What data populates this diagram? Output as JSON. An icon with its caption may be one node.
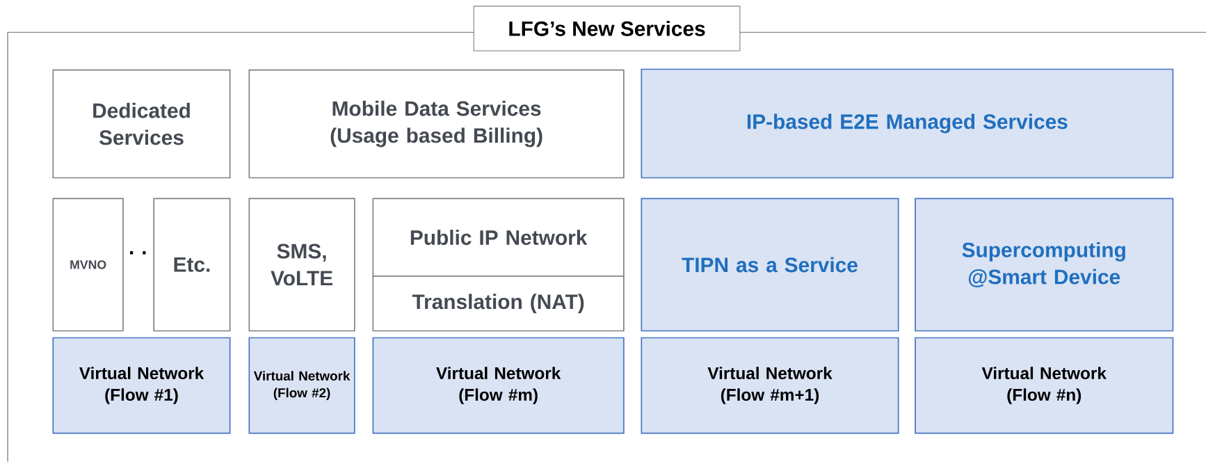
{
  "diagram": {
    "nodes": [
      {
        "text": [
          "LFG’s New Services"
        ]
      },
      {
        "text": [
          "Dedicated Services"
        ],
        "in": 0
      },
      {
        "text": [
          "Mobile Data Services (Usage based Billing)"
        ],
        "in": 0
      },
      {
        "text": [
          "IP-based E2E Managed Services"
        ],
        "in": 0
      },
      {
        "text": [
          "MVNO"
        ],
        "in": 0
      },
      {
        "text": [
          "Etc."
        ],
        "in": 0
      },
      {
        "text": [
          "SMS, VoLTE"
        ],
        "in": 0
      },
      {
        "text": [
          "Public IP Network"
        ],
        "in": 0
      },
      {
        "text": [
          "Translation (NAT)"
        ],
        "in": 0
      },
      {
        "text": [
          "TIPN as a Service"
        ],
        "in": 0
      },
      {
        "text": [
          "Supercomputing @Smart Device"
        ],
        "in": 0
      },
      {
        "text": [
          "Virtual Network (Flow #1)"
        ],
        "in": 0
      },
      {
        "text": [
          "Virtual Network (Flow #2)"
        ],
        "in": 0
      },
      {
        "text": [
          "Virtual Network (Flow #m)"
        ],
        "in": 0
      },
      {
        "text": [
          "Virtual Network (Flow #m+1)"
        ],
        "in": 0
      },
      {
        "text": [
          "Virtual Network (Flow #n)"
        ],
        "in": 0
      }
    ],
    "labels": [
      "· ·"
    ]
  }
}
